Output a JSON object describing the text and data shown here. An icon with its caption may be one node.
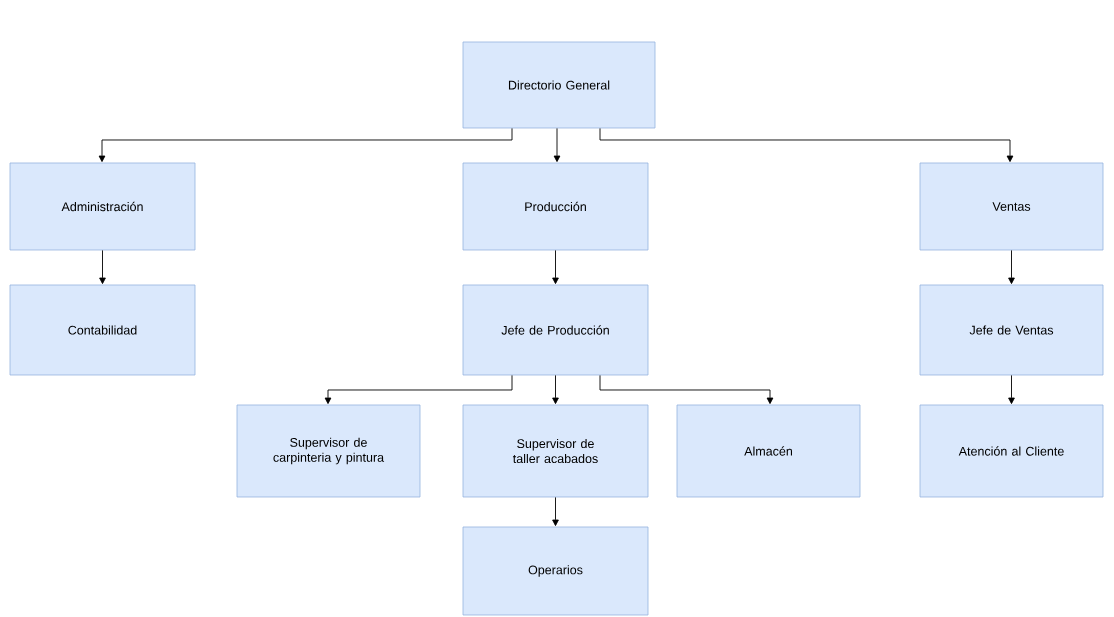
{
  "diagram": {
    "nodes": [
      {
        "text": [
          "Directorio General"
        ]
      },
      {
        "text": [
          "Administración"
        ]
      },
      {
        "text": [
          "Producción"
        ]
      },
      {
        "text": [
          "Ventas"
        ]
      },
      {
        "text": [
          "Contabilidad"
        ]
      },
      {
        "text": [
          "Jefe de Producción"
        ]
      },
      {
        "text": [
          "Jefe de Ventas"
        ]
      },
      {
        "text": [
          "Supervisor de carpinteria y pintura"
        ]
      },
      {
        "text": [
          "Supervisor de taller acabados"
        ]
      },
      {
        "text": [
          "Almacén"
        ]
      },
      {
        "text": [
          "Atención al Cliente"
        ]
      },
      {
        "text": [
          "Operarios"
        ]
      }
    ],
    "edges": [
      {
        "from": 0,
        "to": 1,
        "arrow": "to"
      },
      {
        "from": 0,
        "to": 2,
        "arrow": "to"
      },
      {
        "from": 0,
        "to": 3,
        "arrow": "to"
      },
      {
        "from": 1,
        "to": 4,
        "arrow": "to"
      },
      {
        "from": 2,
        "to": 5,
        "arrow": "to"
      },
      {
        "from": 3,
        "to": 6,
        "arrow": "to"
      },
      {
        "from": 5,
        "to": 7,
        "arrow": "to"
      },
      {
        "from": 5,
        "to": 8,
        "arrow": "to"
      },
      {
        "from": 5,
        "to": 9,
        "arrow": "to"
      },
      {
        "from": 6,
        "to": 10,
        "arrow": "to"
      },
      {
        "from": 8,
        "to": 11,
        "arrow": "to"
      }
    ]
  }
}
